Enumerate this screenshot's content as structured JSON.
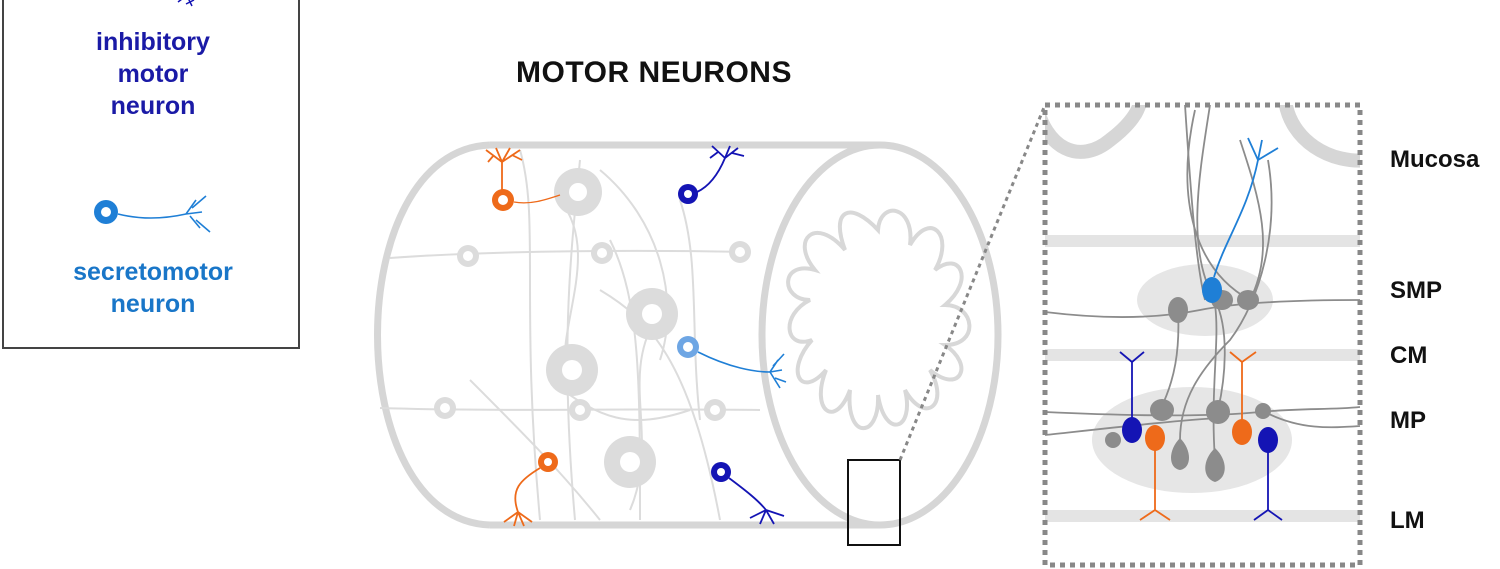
{
  "title": "MOTOR NEURONS",
  "legend": {
    "inhibitory": "inhibitory\nmotor\nneuron",
    "secretomotor": "secretomotor\nneuron"
  },
  "layers": {
    "mucosa": "Mucosa",
    "smp": "SMP",
    "cm": "CM",
    "mp": "MP",
    "lm": "LM"
  },
  "colors": {
    "inhibitory": "#1414b4",
    "secretomotor": "#1f7fd6",
    "excitatory": "#ee6a1a",
    "other_neurons": "#d6d6d6",
    "inset_neurons": "#8c8c8c",
    "tissue": "#e2e2e2"
  }
}
